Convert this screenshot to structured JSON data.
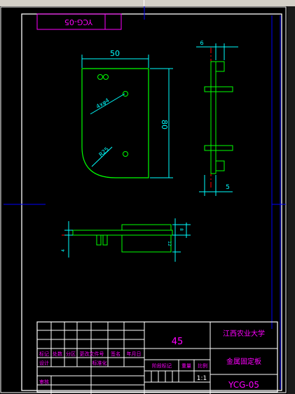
{
  "drawing": {
    "stamp_upside_down": "YCG-05",
    "dims": {
      "width_50": "50",
      "height_80": "80",
      "holes": "4xφ4",
      "radius": "R25",
      "top_6": "6",
      "bottom_5": "5",
      "side_4": "4",
      "side_8": "8",
      "side_12": "12"
    }
  },
  "title_block": {
    "material": "45",
    "school": "江西农业大学",
    "part_name": "金属固定板",
    "drawing_no": "YCG-05",
    "scale": "1:1",
    "headers": {
      "biaoji": "标记",
      "chushu": "处数",
      "fenqu": "分区",
      "wenjianhao": "更改文件号",
      "qianming": "签名",
      "riqi": "年月日",
      "sheji": "设计",
      "biaozhunhua": "标准化",
      "jieduan": "阶段标记",
      "zhongliang": "重量",
      "bili": "比例",
      "shenhe": "审核"
    }
  },
  "colors": {
    "frame": "#ffffff",
    "part": "#00ff00",
    "dim": "#00ffff",
    "center": "#ff0000",
    "title": "#ff00ff",
    "border_blue": "#0000ff"
  }
}
